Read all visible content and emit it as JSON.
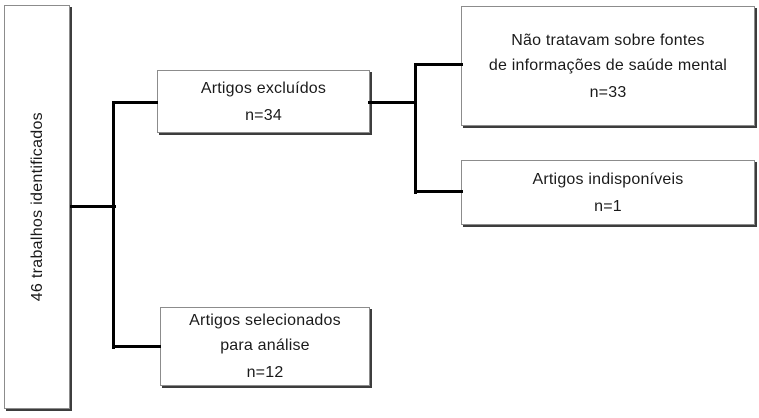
{
  "diagram": {
    "type": "flowchart",
    "boxes": {
      "identified": {
        "label": "46 trabalhos identificados"
      },
      "excluded": {
        "line1": "Artigos excluídos",
        "count": "n=34"
      },
      "not_about_sources": {
        "line1": "Não tratavam sobre fontes",
        "line2": "de informações de saúde mental",
        "count": "n=33"
      },
      "unavailable": {
        "line1": "Artigos indisponíveis",
        "count": "n=1"
      },
      "selected": {
        "line1": "Artigos selecionados",
        "line2": "para análise",
        "count": "n=12"
      }
    }
  },
  "colors": {
    "connector": "#000000",
    "box_border": "#8c8c8c",
    "box_shadow": "#3d3d3d",
    "text": "#1a1a1a",
    "background": "#ffffff"
  }
}
